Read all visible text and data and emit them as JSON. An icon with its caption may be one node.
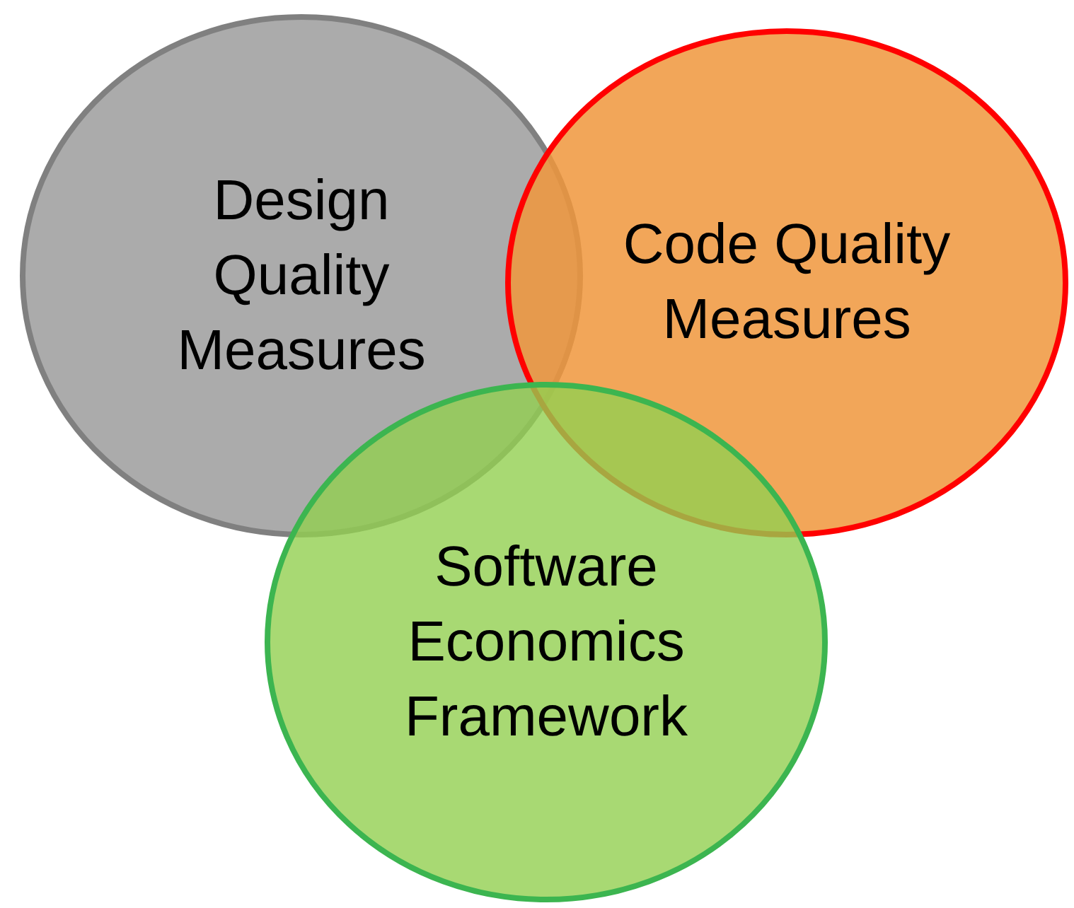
{
  "diagram": {
    "nodes": [
      {
        "text": [
          "Design Quality Measures"
        ]
      },
      {
        "text": [
          "Code Quality Measures"
        ]
      },
      {
        "text": [
          "Software Economics Framework"
        ]
      }
    ]
  }
}
